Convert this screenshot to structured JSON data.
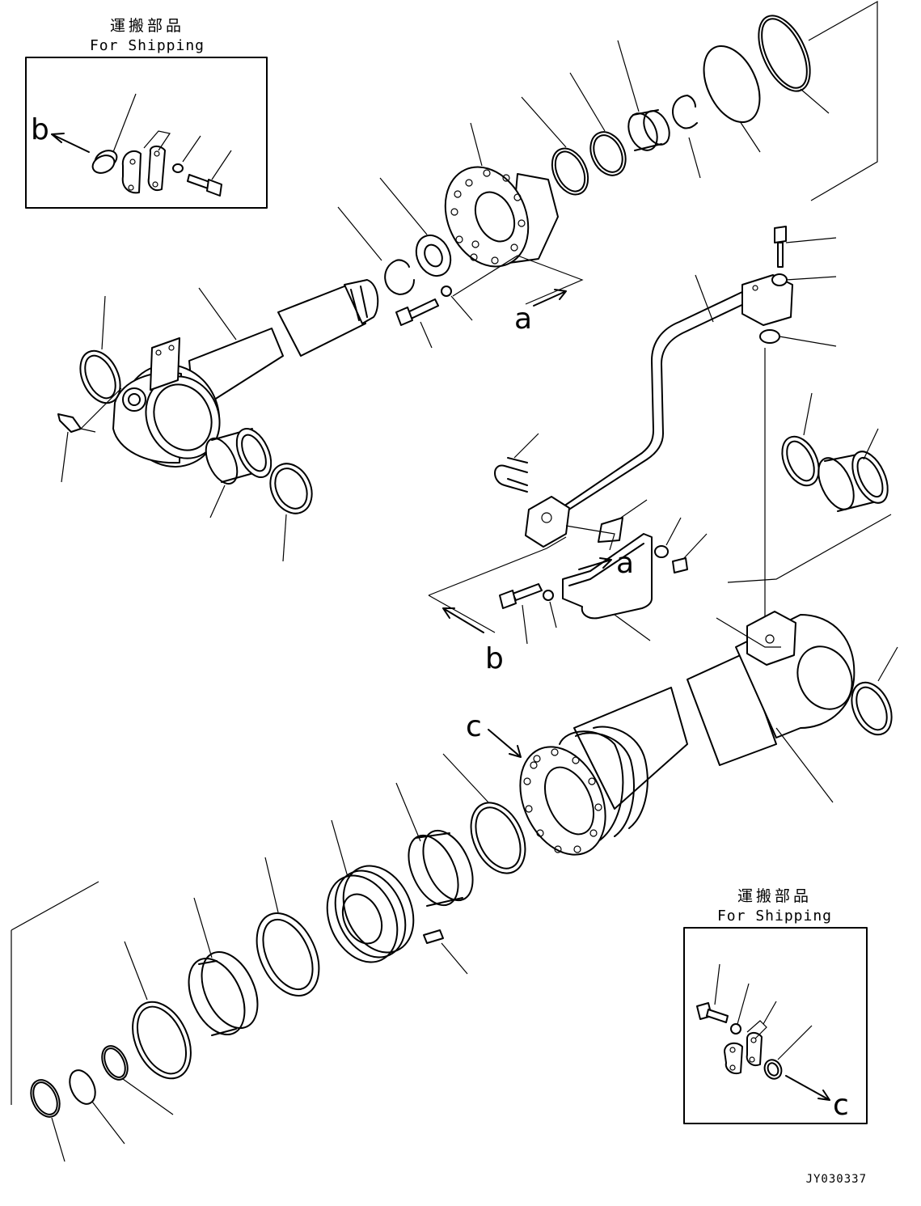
{
  "shipping_box_top": {
    "jp": "運搬部品",
    "en": "For Shipping"
  },
  "shipping_box_bottom": {
    "jp": "運搬部品",
    "en": "For Shipping"
  },
  "callouts": {
    "a1": "a",
    "a2": "a",
    "b1": "b",
    "b2": "b",
    "c1": "c",
    "c2": "c"
  },
  "drawing_code": "JY030337"
}
